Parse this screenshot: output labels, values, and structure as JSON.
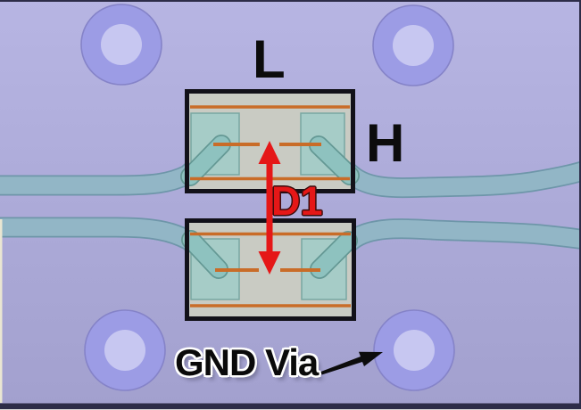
{
  "diagram": {
    "description": "PCB layout detail: two chip-component land patterns on a differential pair with surrounding ground vias",
    "labels": {
      "l": "L",
      "h": "H",
      "d1": "D1",
      "gnd_via": "GND Via"
    },
    "colors": {
      "board_top": "#b7b5e3",
      "board_bottom": "#a2a0ce",
      "via_fill": "#9c9ce5",
      "via_edge": "#8583c8",
      "via_hole": "#c7c7f1",
      "trace_fill": "#92b6c6",
      "trace_edge": "#6e96a9",
      "stub_fill": "#8ec2bf",
      "stub_edge": "#649894",
      "body_fill": "#c9cbc3",
      "pad_fill": "#a6ccc7",
      "pad_edge": "#78a7a2",
      "silk_orange": "#c96c28",
      "outline_black": "#121119",
      "dimension_red": "#e51717",
      "annotation_black": "#0c0c0c",
      "frame_dark": "#2d2c48",
      "frame_light": "#d5d5d5",
      "edge_cream": "#eae6d2"
    }
  }
}
